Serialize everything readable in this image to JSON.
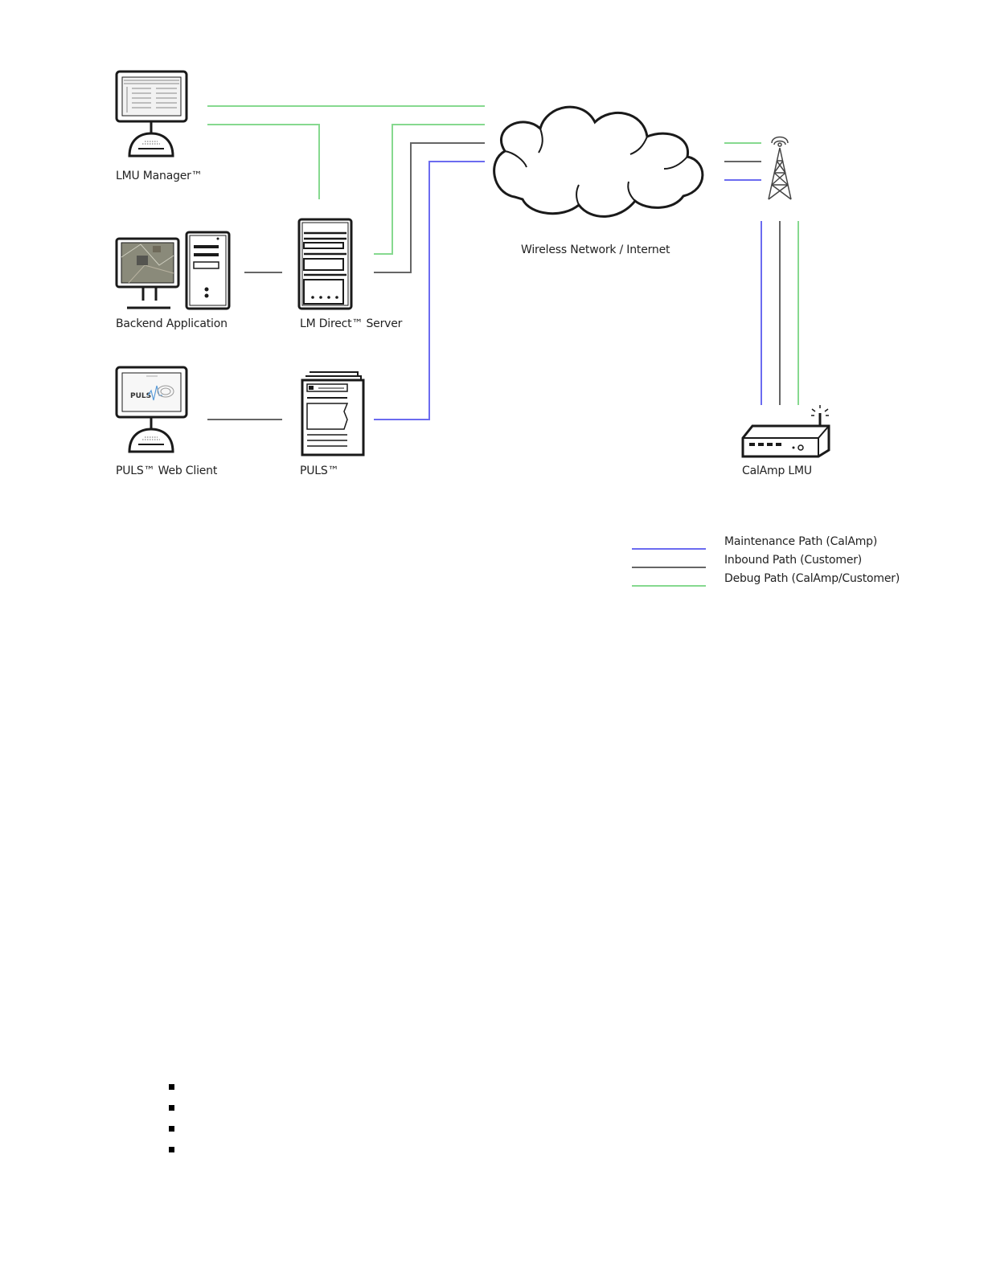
{
  "colors": {
    "maintenance": "#6b6bf0",
    "inbound": "#666666",
    "debug": "#86d98f",
    "stroke": "#1a1a1a"
  },
  "nodes": {
    "lmu_manager": {
      "label": "LMU Manager™",
      "icon": "monitor-icon"
    },
    "backend_application": {
      "label": "Backend Application",
      "icon": "desktop-computer-icon"
    },
    "lm_direct_server": {
      "label": "LM Direct™ Server",
      "icon": "server-tower-icon"
    },
    "puls_web_client": {
      "label": "PULS™ Web Client",
      "icon": "monitor-icon",
      "screen_text": "PULS"
    },
    "puls": {
      "label": "PULS™",
      "icon": "documents-stack-icon"
    },
    "wireless_network": {
      "label": "Wireless Network / Internet",
      "icon": "cloud-icon"
    },
    "tower": {
      "icon": "cell-tower-icon"
    },
    "calamp_lmu": {
      "label": "CalAmp LMU",
      "icon": "lmu-device-icon"
    }
  },
  "legend": [
    {
      "label": "Maintenance Path (CalAmp)",
      "color": "#6b6bf0"
    },
    {
      "label": "Inbound Path (Customer)",
      "color": "#666666"
    },
    {
      "label": "Debug Path (CalAmp/Customer)",
      "color": "#86d98f"
    }
  ],
  "bullets": [
    {
      "icon": "square-bullet-icon"
    },
    {
      "icon": "square-bullet-icon"
    },
    {
      "icon": "square-bullet-icon"
    },
    {
      "icon": "square-bullet-icon"
    }
  ]
}
